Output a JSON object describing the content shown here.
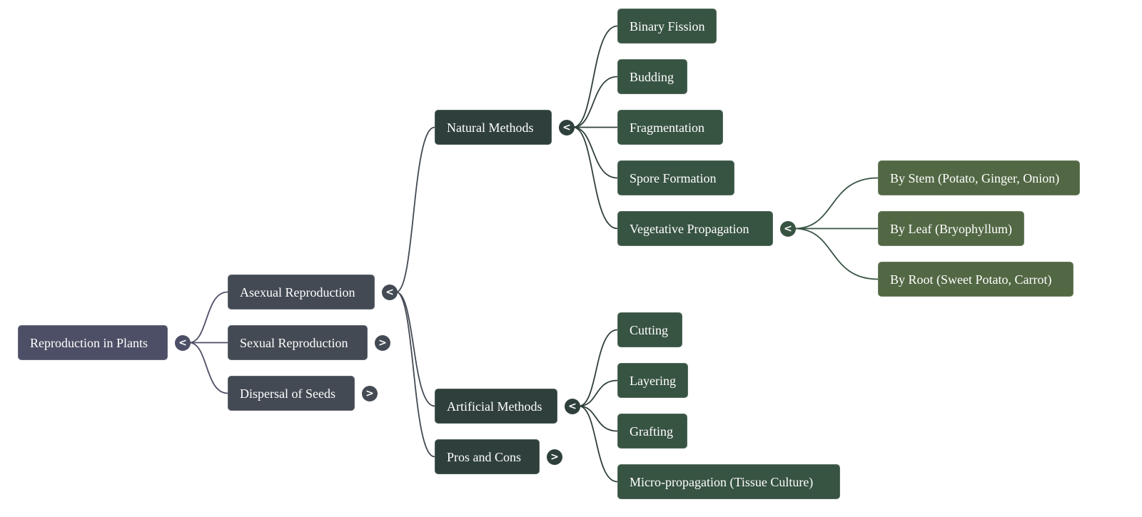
{
  "colors": {
    "level0": "#4d4f66",
    "level1": "#434a53",
    "level2": "#2f403c",
    "level3": "#375342",
    "level4": "#526844",
    "edge_level0": "#4d4f66",
    "edge_level1": "#434a53",
    "edge_level2": "#2f403c",
    "edge_level3": "#375342"
  },
  "icons": {
    "collapse": "<",
    "expand": ">"
  },
  "root": {
    "id": "root",
    "label": "Reproduction in Plants",
    "expanded": true,
    "children": [
      {
        "id": "asexual",
        "label": "Asexual Reproduction",
        "expanded": true,
        "children": [
          {
            "id": "natural",
            "label": "Natural Methods",
            "expanded": true,
            "children": [
              {
                "id": "binary-fission",
                "label": "Binary Fission"
              },
              {
                "id": "budding",
                "label": "Budding"
              },
              {
                "id": "fragmentation",
                "label": "Fragmentation"
              },
              {
                "id": "spore-formation",
                "label": "Spore Formation"
              },
              {
                "id": "vegetative-propagation",
                "label": "Vegetative Propagation",
                "expanded": true,
                "children": [
                  {
                    "id": "by-stem",
                    "label": "By Stem (Potato, Ginger, Onion)"
                  },
                  {
                    "id": "by-leaf",
                    "label": "By Leaf (Bryophyllum)"
                  },
                  {
                    "id": "by-root",
                    "label": "By Root (Sweet Potato, Carrot)"
                  }
                ]
              }
            ]
          },
          {
            "id": "artificial",
            "label": "Artificial Methods",
            "expanded": true,
            "children": [
              {
                "id": "cutting",
                "label": "Cutting"
              },
              {
                "id": "layering",
                "label": "Layering"
              },
              {
                "id": "grafting",
                "label": "Grafting"
              },
              {
                "id": "micro-propagation",
                "label": "Micro-propagation (Tissue Culture)"
              }
            ]
          },
          {
            "id": "pros-cons",
            "label": "Pros and Cons",
            "expanded": false,
            "has_children": true
          }
        ]
      },
      {
        "id": "sexual",
        "label": "Sexual Reproduction",
        "expanded": false,
        "has_children": true
      },
      {
        "id": "dispersal",
        "label": "Dispersal of Seeds",
        "expanded": false,
        "has_children": true
      }
    ]
  }
}
